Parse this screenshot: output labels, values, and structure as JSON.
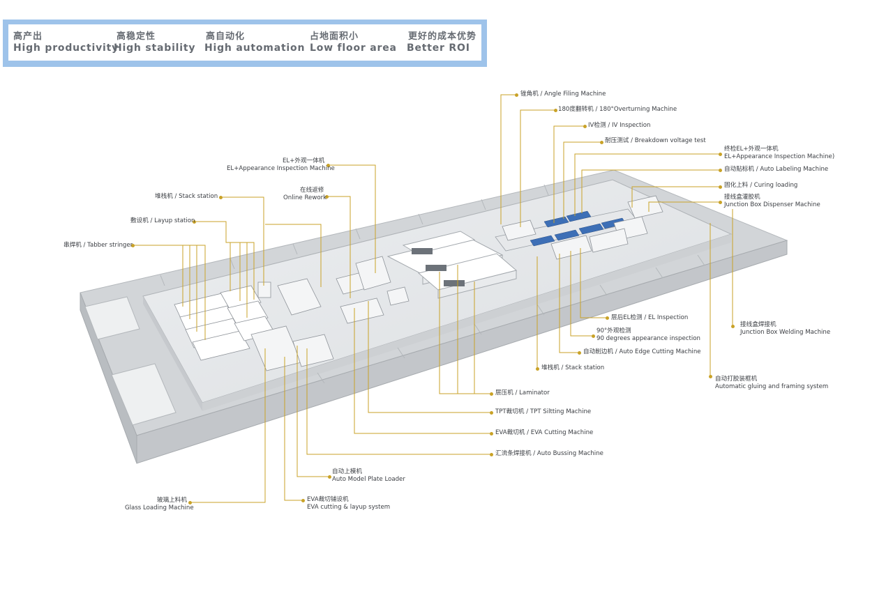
{
  "features": [
    {
      "zh": "高产出",
      "en": "High productivity"
    },
    {
      "zh": "高稳定性",
      "en": "High stability"
    },
    {
      "zh": "高自动化",
      "en": "High automation"
    },
    {
      "zh": "占地面积小",
      "en": "Low floor area"
    },
    {
      "zh": "更好的成本优势",
      "en": "Better ROI"
    }
  ],
  "machines": {
    "angle_filing": {
      "text": "锉角机 / Angle Filing Machine"
    },
    "overturning": {
      "text": "180度翻转机 / 180°Overturning Machine"
    },
    "iv_inspection": {
      "text": "IV检测 / IV Inspection"
    },
    "breakdown": {
      "text": "耐压测试 / Breakdown voltage test"
    },
    "final_el": {
      "zh": "终检EL+外观一体机",
      "en": "EL+Appearance Inspection Machine)"
    },
    "auto_labeling": {
      "text": "自动贴标机 / Auto Labeling Machine"
    },
    "curing": {
      "text": "固化上料 / Curing loading"
    },
    "jb_dispenser": {
      "zh": "接线盒灌胶机",
      "en": "Junction Box Dispenser Machine"
    },
    "el_appearance": {
      "zh": "EL+外观一体机",
      "en": "EL+Appearance Inspection Machine"
    },
    "online_rework": {
      "zh": "在线返修",
      "en": "Online Rework"
    },
    "stack_station_left": {
      "text": "堆栈机 / Stack station"
    },
    "layup_station": {
      "text": "敷设机 / Layup station"
    },
    "tabber": {
      "text": "串焊机 / Tabber stringer"
    },
    "layer_el": {
      "text": "层后EL检测 / EL Inspection"
    },
    "jb_welding": {
      "zh": "接线盒焊接机",
      "en": "Junction Box Welding Machine"
    },
    "appearance_90": {
      "zh": "90°外观检测",
      "en": "90 degrees appearance inspection"
    },
    "edge_cutting": {
      "text": "自动削边机 / Auto Edge Cutting Machine"
    },
    "stack_station_right": {
      "text": "堆栈机 / Stack station"
    },
    "gluing_framing": {
      "zh": "自动打胶装框机",
      "en": "Automatic gluing and framing system"
    },
    "laminator": {
      "text": "层压机 / Laminator"
    },
    "tpt_slitting": {
      "text": "TPT裁切机 / TPT Siltting Machine"
    },
    "eva_cutting": {
      "text": "EVA裁切机 / EVA Cutting Machine"
    },
    "bussing": {
      "text": "汇流条焊接机 / Auto Bussing Machine"
    },
    "plate_loader": {
      "zh": "自动上模机",
      "en": "Auto Model Plate Loader"
    },
    "glass_loading": {
      "zh": "玻璃上料机",
      "en": "Glass Loading Machine"
    },
    "eva_layup": {
      "zh": "EVA裁切铺设机",
      "en": "EVA cutting & layup system"
    }
  },
  "colors": {
    "banner_border": "#9ec3ea",
    "leader_line": "#c9a227",
    "wall": "#c4c8cc",
    "floor": "#e3e5e7"
  }
}
